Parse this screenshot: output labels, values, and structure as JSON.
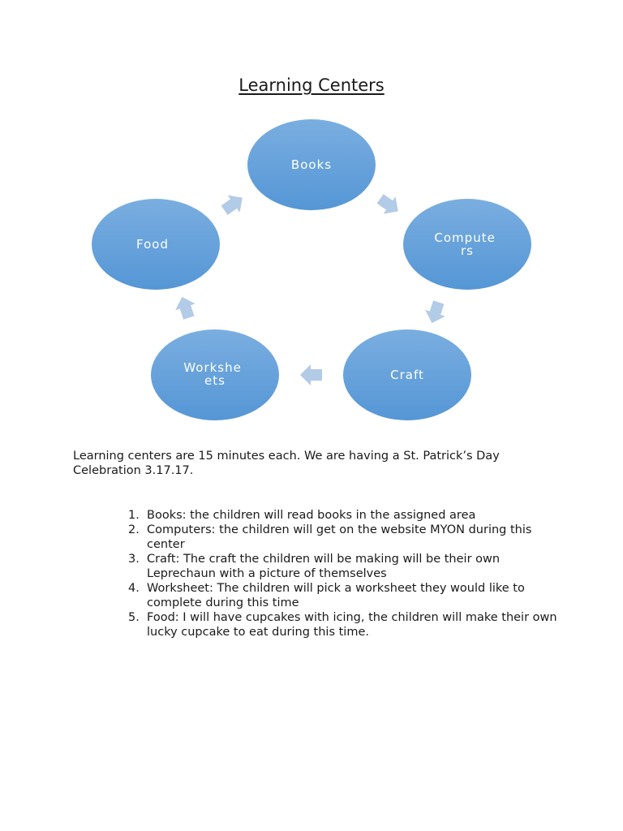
{
  "document": {
    "title": "Learning Centers",
    "intro": "Learning centers are 15 minutes each. We are having a St. Patrick’s Day Celebration 3.17.17."
  },
  "diagram": {
    "type": "cycle",
    "nodes": [
      {
        "label_lines": [
          "Books"
        ]
      },
      {
        "label_lines": [
          "Compute",
          "rs"
        ]
      },
      {
        "label_lines": [
          "Craft"
        ]
      },
      {
        "label_lines": [
          "Workshe",
          "ets"
        ]
      },
      {
        "label_lines": [
          "Food"
        ]
      }
    ],
    "colors": {
      "node_fill_top": "#7aaee0",
      "node_fill_bottom": "#5596d6",
      "arrow_fill": "#b2cbe7"
    }
  },
  "centers_list": [
    {
      "num": "1.",
      "text": "Books: the children will read books in the assigned area"
    },
    {
      "num": "2.",
      "text": "Computers: the children will get on the website MYON during this center"
    },
    {
      "num": "3.",
      "text": "Craft: The craft the children will be making will be their own Leprechaun with a picture of themselves"
    },
    {
      "num": "4.",
      "text": "Worksheet: The children will pick a worksheet they would like to complete during this time"
    },
    {
      "num": "5.",
      "text": "Food: I will have cupcakes with icing, the children will make their own lucky cupcake to eat during this time."
    }
  ]
}
